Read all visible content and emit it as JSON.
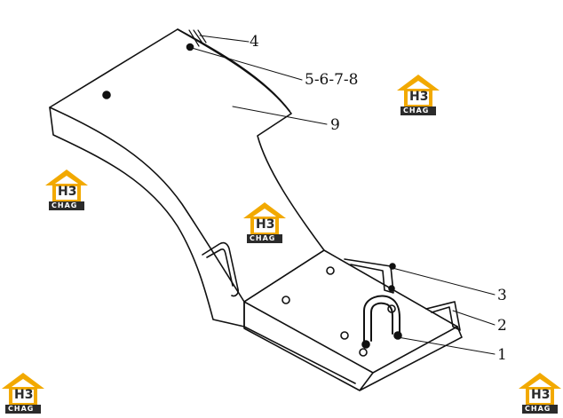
{
  "callouts": [
    "4",
    "5-6-7-8",
    "9",
    "3",
    "2",
    "1"
  ],
  "logos": [
    {
      "mark": "H3",
      "word": "CHAG"
    },
    {
      "mark": "H3",
      "word": "CHAG"
    },
    {
      "mark": "H3",
      "word": "CHAG"
    },
    {
      "mark": "H3",
      "word": "CHAG"
    },
    {
      "mark": "H3",
      "word": "CHAG"
    }
  ],
  "colors": {
    "line": "#111111",
    "logo_roof": "#f2a900",
    "logo_dark": "#2b2b2b",
    "background": "#ffffff"
  }
}
